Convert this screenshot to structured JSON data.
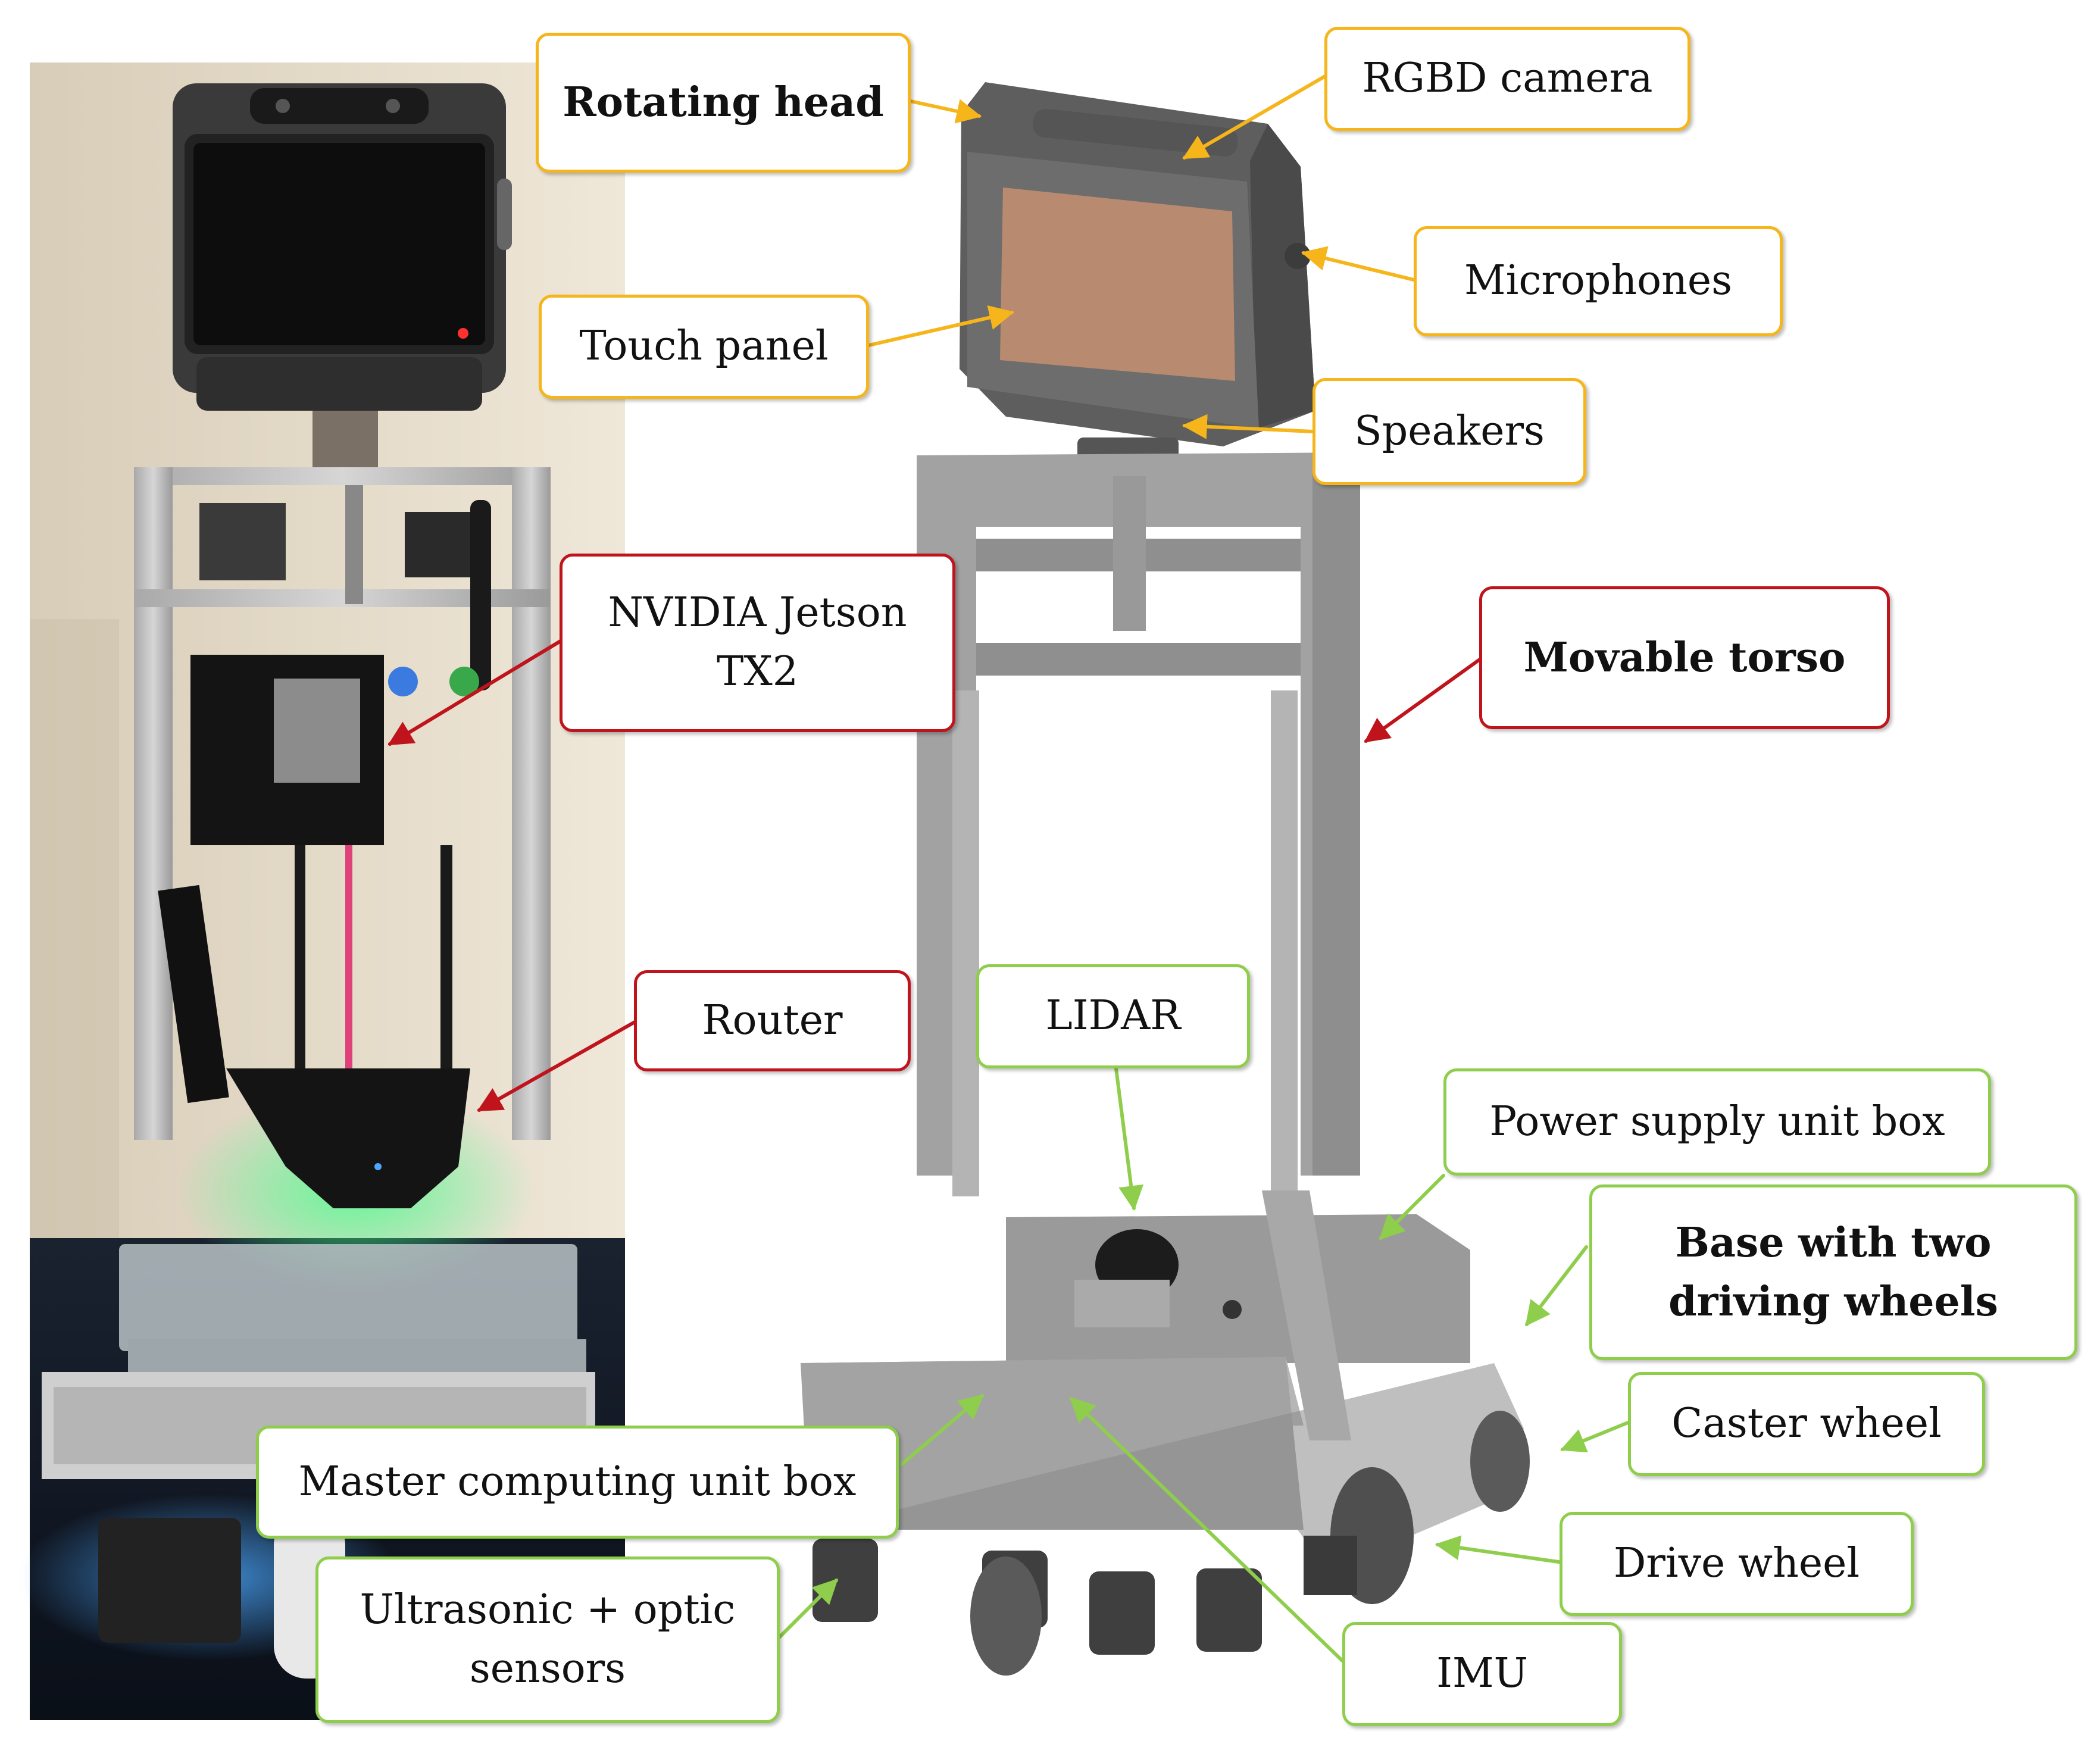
{
  "colors": {
    "head_group": "#f5b51b",
    "compute_group": "#c0141d",
    "base_group": "#8fce4c",
    "frame_gray": "#8e8e8e",
    "touch_screen": "#b88a6f"
  },
  "labels": {
    "rotating_head": "Rotating head",
    "rgbd_camera": "RGBD camera",
    "microphones": "Microphones",
    "touch_panel": "Touch panel",
    "speakers": "Speakers",
    "nvidia_line1": "NVIDIA Jetson",
    "nvidia_line2": "TX2",
    "movable_torso": "Movable torso",
    "router": "Router",
    "lidar": "LIDAR",
    "power_supply": "Power supply unit box",
    "base_line1": "Base with two",
    "base_line2": "driving wheels",
    "caster_wheel": "Caster wheel",
    "master_computing": "Master computing unit box",
    "drive_wheel": "Drive wheel",
    "ultrasonic_line1": "Ultrasonic + optic",
    "ultrasonic_line2": "sensors",
    "imu": "IMU"
  }
}
